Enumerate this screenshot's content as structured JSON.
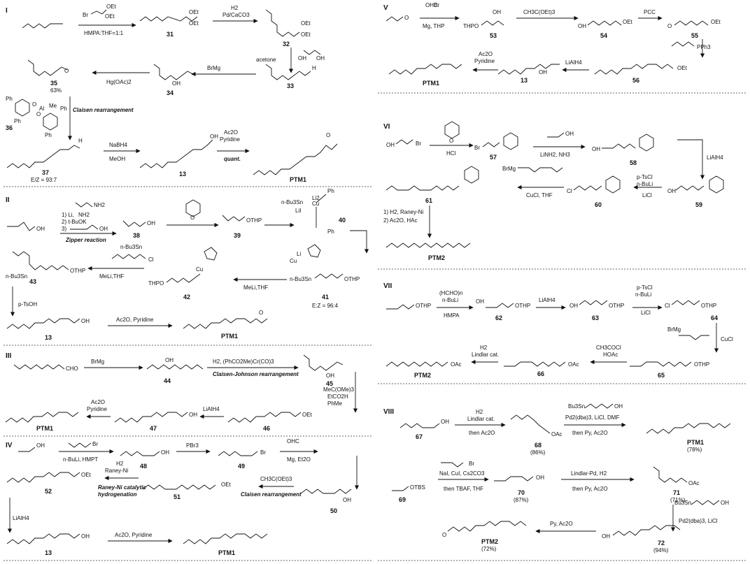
{
  "figure": "Synthetic routes I-VIII toward PTM1 and PTM2",
  "routes": [
    {
      "id": "I",
      "compounds": [
        "31",
        "32",
        "33",
        "34",
        "35",
        "36",
        "37",
        "13",
        "PTM1"
      ],
      "yields": {
        "35": "63%",
        "37": "E/Z = 93:7"
      },
      "reagents": [
        "HMPA:THF=1:1",
        "H2\nPd/CaCO3",
        "acetone",
        "BrMg",
        "Hg(OAc)2",
        "Claisen rearrangement",
        "NaBH4\nMeOH",
        "Ac2O\nPyridine\nquant."
      ],
      "labels": {
        "reagent_start": "OEt",
        "ether": "OEt"
      }
    },
    {
      "id": "II",
      "compounds": [
        "38",
        "39",
        "40",
        "41",
        "42",
        "43",
        "13",
        "PTM1"
      ],
      "yields": {
        "41": "E:Z = 96:4"
      },
      "reagents": [
        "1) Li, NH2",
        "2) t-BuOK",
        "3)",
        "Zipper reaction",
        "MeLi,THF",
        "MeLi,THF",
        "p-TsOH",
        "Ac2O, Pyridine"
      ],
      "labels": {
        "sn": "n-Bu3Sn",
        "cu": "Cu",
        "otmp": "OTHP"
      }
    },
    {
      "id": "III",
      "compounds": [
        "44",
        "45",
        "46",
        "47",
        "PTM1"
      ],
      "reagents": [
        "BrMg",
        "H2, (PhCO2Me)Cr(CO)3",
        "Claisen-Johnson rearrangement",
        "MeC(OMe)3\nEtCO2H\nPhMe",
        "LiAlH4",
        "Ac2O\nPyridine"
      ],
      "labels": {
        "cho": "CHO",
        "oh": "OH",
        "oet": "OEt"
      }
    },
    {
      "id": "IV",
      "compounds": [
        "48",
        "49",
        "50",
        "51",
        "52",
        "13",
        "PTM1"
      ],
      "reagents": [
        "n-BuLi, HMPT",
        "PBr3",
        "OHC\nMg, Et2O",
        "CH3C(OEt)3",
        "Claisen rearrangement",
        "H2\nRaney-Ni",
        "Raney-Ni catalytic hydrogenation",
        "LiAlH4",
        "Ac2O, Pyridine"
      ]
    },
    {
      "id": "V",
      "compounds": [
        "53",
        "54",
        "55",
        "56",
        "13",
        "PTM1"
      ],
      "reagents": [
        "Mg, THP",
        "CH3C(OEt)3",
        "PCC",
        "PPh3",
        "LiAlH4",
        "Ac2O\nPyridine"
      ]
    },
    {
      "id": "VI",
      "compounds": [
        "57",
        "58",
        "59",
        "60",
        "61",
        "PTM2"
      ],
      "reagents": [
        "HCl",
        "LiNH2, NH3",
        "LiAlH4",
        "p-TsCl\nn-BuLi\nLiCl",
        "CuCl, THF",
        "1) H2, Raney-Ni\n2) Ac2O, HAc"
      ]
    },
    {
      "id": "VII",
      "compounds": [
        "62",
        "63",
        "64",
        "65",
        "66",
        "PTM2"
      ],
      "reagents": [
        "(HCHO)n\nn-BuLi\nHMPA",
        "LiAlH4",
        "p-TsCl\nn-BuLi\nLiCl",
        "CuCl",
        "CH3COCl\nHOAc",
        "H2\nLindlar cat."
      ]
    },
    {
      "id": "VIII",
      "compounds": [
        "67",
        "68",
        "PTM1",
        "69",
        "70",
        "71",
        "72",
        "PTM2"
      ],
      "yields": {
        "68": "(86%)",
        "PTM1": "(78%)",
        "70": "(87%)",
        "71": "(71%)",
        "72": "(94%)",
        "PTM2": "(72%)"
      },
      "reagents": [
        "H2\nLindlar cat.\nthen Ac2O",
        "Pd2(dba)3, LiCl, DMF\nthen Py, Ac2O",
        "NaI, CuI, Cs2CO3\nthen TBAF, THF",
        "Lindlar-Pd, H2\nthen Py, Ac2O",
        "Pd2(dba)3, LiCl",
        "Py, Ac2O"
      ]
    }
  ],
  "text": {
    "r1": "I",
    "r2": "II",
    "r3": "III",
    "r4": "IV",
    "r5": "V",
    "r6": "VI",
    "r7": "VII",
    "r8": "VIII",
    "hmpa": "HMPA:THF=1:1",
    "h2": "H2",
    "pdca": "Pd/CaCO3",
    "acetone": "acetone",
    "brmg": "BrMg",
    "hgoac": "Hg(OAc)2",
    "claisen": "Claisen rearrangement",
    "nabh4": "NaBH4",
    "meoh": "MeOH",
    "ac2o": "Ac2O",
    "pyridine": "Pyridine",
    "quant": "quant.",
    "c31": "31",
    "c32": "32",
    "c33": "33",
    "c34": "34",
    "c35": "35",
    "y35": "63%",
    "c36": "36",
    "c37": "37",
    "ez37": "E/Z = 93:7",
    "c13": "13",
    "ptm1": "PTM1",
    "ptm2": "PTM2",
    "oet": "OEt",
    "oh": "OH",
    "oac": "OAc",
    "otmp": "OTHP",
    "otbs": "OTBS",
    "nbu3sn": "n-Bu3Sn",
    "bu3sn": "Bu3Sn",
    "cl": "Cl",
    "br": "Br",
    "cu": "Cu",
    "ph": "Ph",
    "me": "Me",
    "al": "Al",
    "o": "O",
    "h": "H",
    "nh2": "NH2",
    "li": "Li",
    "lil": "LiI",
    "li2": "Li2",
    "cho": "CHO",
    "ohc": "OHC",
    "z1": "1) Li,",
    "z2": "2) t-BuOK",
    "z3": "3)",
    "zipper": "Zipper reaction",
    "c38": "38",
    "c39": "39",
    "c40": "40",
    "c41": "41",
    "ez41": "E:Z = 96:4",
    "c42": "42",
    "c43": "43",
    "melithf": "MeLi,THF",
    "melithf2": "MeLi,THF",
    "ptsoh": "p-TsOH",
    "ac2opy": "Ac2O, Pyridine",
    "c44": "44",
    "c45": "45",
    "c46": "46",
    "c47": "47",
    "cr": "H2, (PhCO2Me)Cr(CO)3",
    "cjr": "Claisen-Johnson rearrangement",
    "mecome": "MeC(OMe)3",
    "etco2h": "EtCO2H",
    "phme": "PhMe",
    "lialh4": "LiAlH4",
    "c48": "48",
    "c49": "49",
    "c50": "50",
    "c51": "51",
    "c52": "52",
    "nbuli_hmpt": "n-BuLi, HMPT",
    "pbr3": "PBr3",
    "mget2o": "Mg, Et2O",
    "ch3coet": "CH3C(OEt)3",
    "raneyni": "Raney-Ni",
    "rncat": "Raney-Ni catalytic",
    "hydro": "hydrogenation",
    "c53": "53",
    "c54": "54",
    "c55": "55",
    "c56": "56",
    "mgthp": "Mg, THP",
    "pcc": "PCC",
    "thpo": "THPO",
    "pph3": "PPh3",
    "c57": "57",
    "c58": "58",
    "c59": "59",
    "c60": "60",
    "c61": "61",
    "hcl": "HCl",
    "linh2": "LiNH2, NH3",
    "ptscl": "p-TsCl",
    "nbuli": "n-BuLi",
    "licl": "LiCl",
    "cuclthf": "CuCl, THF",
    "h2rn": "1) H2, Raney-Ni",
    "ac2ohac": "2) Ac2O, HAc",
    "c62": "62",
    "c63": "63",
    "c64": "64",
    "c65": "65",
    "c66": "66",
    "hcho": "(HCHO)n",
    "hmpa2": "HMPA",
    "cucl": "CuCl",
    "ch3cocl": "CH3COCl",
    "hoac": "HOAc",
    "lindlar": "Lindlar cat.",
    "c67": "67",
    "c68": "68",
    "y68": "(86%)",
    "yptm1": "(78%)",
    "thenac2o": "then Ac2O",
    "pd2dba": "Pd2(dba)3, LiCl, DMF",
    "thenpy": "then Py, Ac2O",
    "c69": "69",
    "c70": "70",
    "y70": "(87%)",
    "c71": "71",
    "y71": "(71%)",
    "c72": "72",
    "y72": "(94%)",
    "yptm2": "(72%)",
    "naicui": "NaI, CuI, Cs2CO3",
    "tbaf": "then TBAF, THF",
    "lindlarpd": "Lindlar-Pd, H2",
    "thenpy2": "then Py, Ac2O",
    "pd2dba2": "Pd2(dba)3, LiCl",
    "pyac2o": "Py, Ac2O"
  }
}
